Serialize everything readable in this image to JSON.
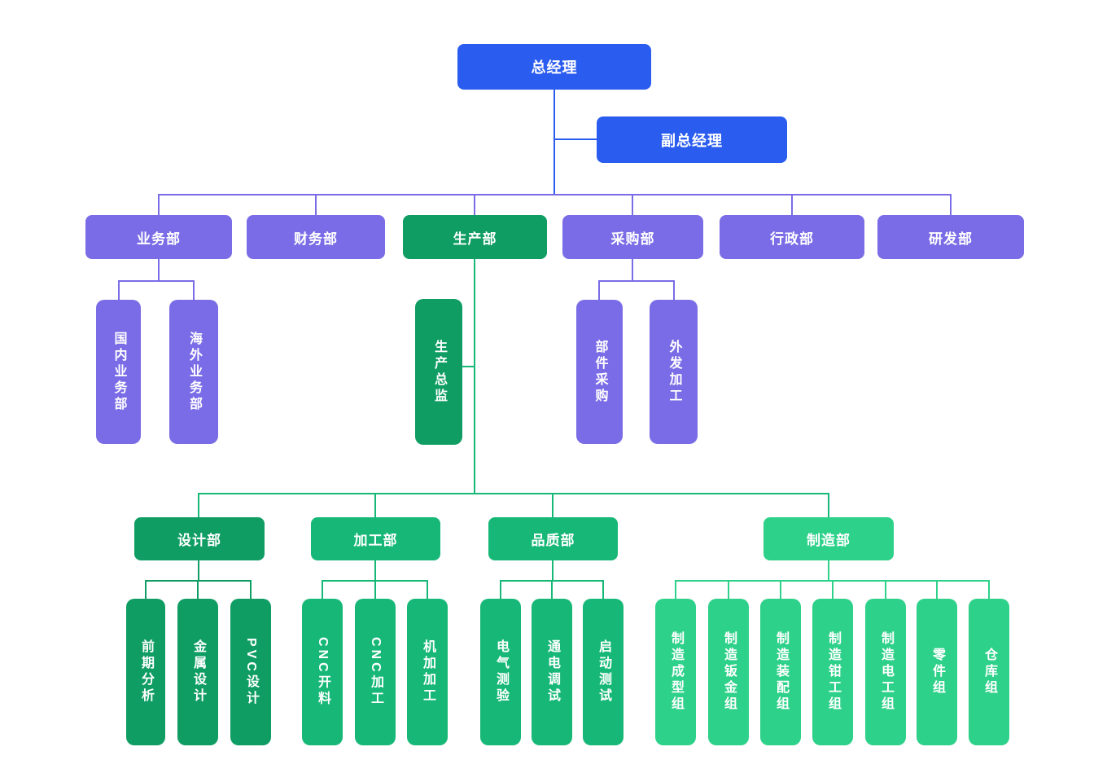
{
  "colors": {
    "blue": "#2b5cf0",
    "purple": "#7a6ce6",
    "g1": "#0f9d63",
    "g2": "#17b877",
    "g3": "#2ed189"
  },
  "org": {
    "root": "总经理",
    "deputy": "副总经理",
    "level2": {
      "business": "业务部",
      "finance": "财务部",
      "production": "生产部",
      "purchasing": "采购部",
      "admin": "行政部",
      "rd": "研发部"
    },
    "business_children": {
      "domestic": "国内业务部",
      "overseas": "海外业务部"
    },
    "production_children": {
      "director": "生产总监"
    },
    "purchasing_children": {
      "parts": "部件采购",
      "outsource": "外发加工"
    },
    "level3": {
      "design": "设计部",
      "machining": "加工部",
      "quality": "品质部",
      "manufacturing": "制造部"
    },
    "design_children": {
      "pre_analysis": "前期分析",
      "metal_design": "金属设计",
      "pvc_design": "PVC设计"
    },
    "machining_children": {
      "cnc_cutting": "CNC开料",
      "cnc_machining": "CNC加工",
      "machine_processing": "机加加工"
    },
    "quality_children": {
      "electrical_test": "电气测验",
      "power_debug": "通电调试",
      "startup_test": "启动测试"
    },
    "manufacturing_children": {
      "molding": "制造成型组",
      "sheet_metal": "制造钣金组",
      "assembly": "制造装配组",
      "fitter": "制造钳工组",
      "electrician": "制造电工组",
      "parts": "零件组",
      "warehouse": "仓库组"
    }
  }
}
